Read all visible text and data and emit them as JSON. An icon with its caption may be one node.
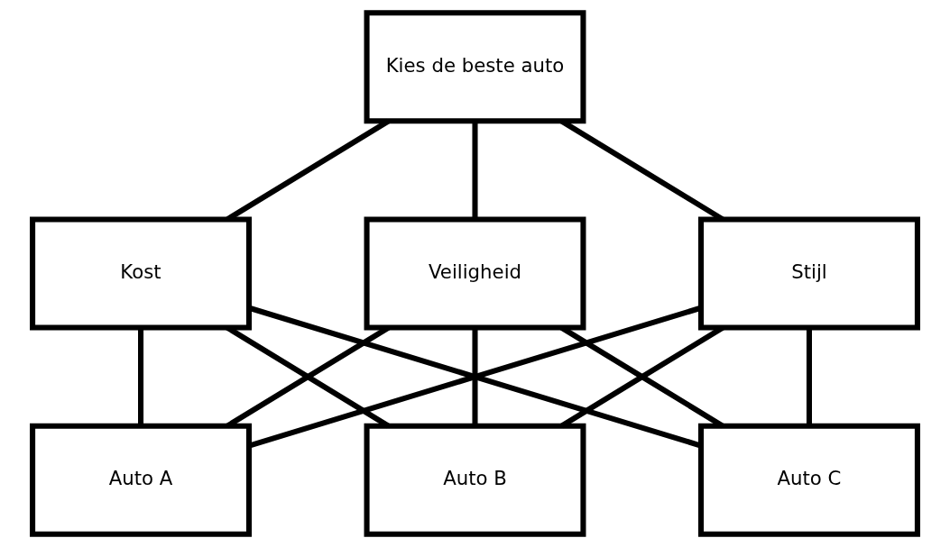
{
  "diagram": {
    "nodes": [
      {
        "text": [
          "Kies de beste auto"
        ]
      },
      {
        "text": [
          "Kost"
        ]
      },
      {
        "text": [
          "Veiligheid"
        ]
      },
      {
        "text": [
          "Stijl"
        ]
      },
      {
        "text": [
          "Auto A"
        ]
      },
      {
        "text": [
          "Auto B"
        ]
      },
      {
        "text": [
          "Auto C"
        ]
      }
    ],
    "edges": [
      {
        "from": 0,
        "to": 1,
        "arrow": "none"
      },
      {
        "from": 0,
        "to": 2,
        "arrow": "none"
      },
      {
        "from": 0,
        "to": 3,
        "arrow": "none"
      },
      {
        "from": 1,
        "to": 4,
        "arrow": "none"
      },
      {
        "from": 1,
        "to": 5,
        "arrow": "none"
      },
      {
        "from": 1,
        "to": 6,
        "arrow": "none"
      },
      {
        "from": 2,
        "to": 4,
        "arrow": "none"
      },
      {
        "from": 2,
        "to": 5,
        "arrow": "none"
      },
      {
        "from": 2,
        "to": 6,
        "arrow": "none"
      },
      {
        "from": 3,
        "to": 4,
        "arrow": "none"
      },
      {
        "from": 3,
        "to": 5,
        "arrow": "none"
      },
      {
        "from": 3,
        "to": 6,
        "arrow": "none"
      }
    ]
  }
}
